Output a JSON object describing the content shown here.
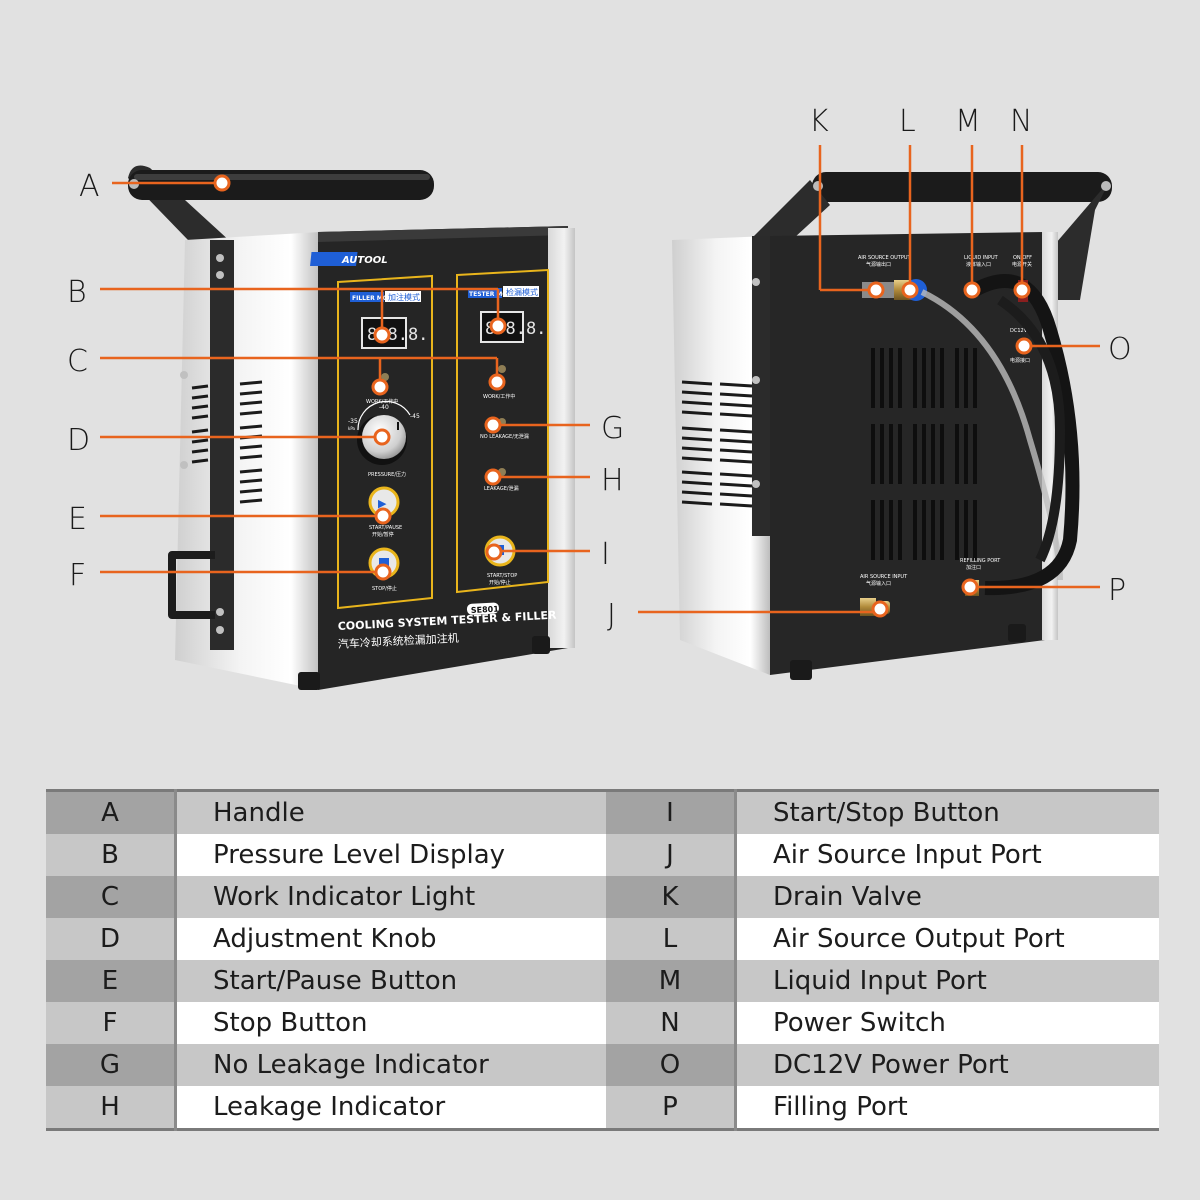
{
  "product": {
    "brand": "AUTOOL",
    "title": "COOLING SYSTEM TESTER & FILLER",
    "model": "SE801",
    "title_cn": "汽车冷却系统检漏加注机",
    "filler_panel": {
      "mode_en": "FILLER MODE",
      "mode_cn": "加注模式",
      "display": "8.8.8.",
      "work_label": "WORK/工作中",
      "dial_ticks": [
        "-35",
        "-40",
        "-45"
      ],
      "dial_unit": "kPa",
      "knob_label": "PRESSURE/压力",
      "start_pause_label": "START/PAUSE",
      "start_pause_cn": "开始/暂停",
      "stop_label": "STOP/停止"
    },
    "tester_panel": {
      "mode_en": "TESTER MODE",
      "mode_cn": "检漏模式",
      "display": "8.8.8.",
      "work_label": "WORK/工作中",
      "no_leakage_label": "NO LEAKAGE/无泄漏",
      "leakage_label": "LEAKAGE/泄漏",
      "start_stop_label": "START/STOP",
      "start_stop_cn": "开始/停止"
    },
    "rear_labels": {
      "air_output": "AIR SOURCE OUTPUT",
      "air_output_cn": "气源输出口",
      "liquid_input": "LIQUID INPUT",
      "liquid_input_cn": "液体输入口",
      "on_off": "ON/OFF",
      "on_off_cn": "电源开关",
      "dc12v": "DC12V",
      "dc12v_cn": "电源接口",
      "air_input": "AIR SOURCE INPUT",
      "air_input_cn": "气源输入口",
      "filling_port": "REFILLING PORT",
      "filling_port_cn": "加注口"
    }
  },
  "callouts": [
    "A",
    "B",
    "C",
    "D",
    "E",
    "F",
    "G",
    "H",
    "I",
    "J",
    "K",
    "L",
    "M",
    "N",
    "O",
    "P"
  ],
  "colors": {
    "callout_line": "#e8641e",
    "background": "#e1e1e1",
    "panel_border": "#e9b51c",
    "brand_blue": "#1f5fd6"
  },
  "parts_table": {
    "rows": [
      {
        "left_letter": "A",
        "left_label": "Handle",
        "right_letter": "I",
        "right_label": "Start/Stop Button"
      },
      {
        "left_letter": "B",
        "left_label": "Pressure Level Display",
        "right_letter": "J",
        "right_label": "Air Source Input Port"
      },
      {
        "left_letter": "C",
        "left_label": "Work Indicator Light",
        "right_letter": "K",
        "right_label": "Drain Valve"
      },
      {
        "left_letter": "D",
        "left_label": "Adjustment Knob",
        "right_letter": "L",
        "right_label": "Air Source Output Port"
      },
      {
        "left_letter": "E",
        "left_label": "Start/Pause Button",
        "right_letter": "M",
        "right_label": "Liquid Input Port"
      },
      {
        "left_letter": "F",
        "left_label": "Stop Button",
        "right_letter": "N",
        "right_label": "Power Switch"
      },
      {
        "left_letter": "G",
        "left_label": "No Leakage Indicator",
        "right_letter": "O",
        "right_label": "DC12V Power Port"
      },
      {
        "left_letter": "H",
        "left_label": "Leakage Indicator",
        "right_letter": "P",
        "right_label": "Filling Port"
      }
    ]
  }
}
